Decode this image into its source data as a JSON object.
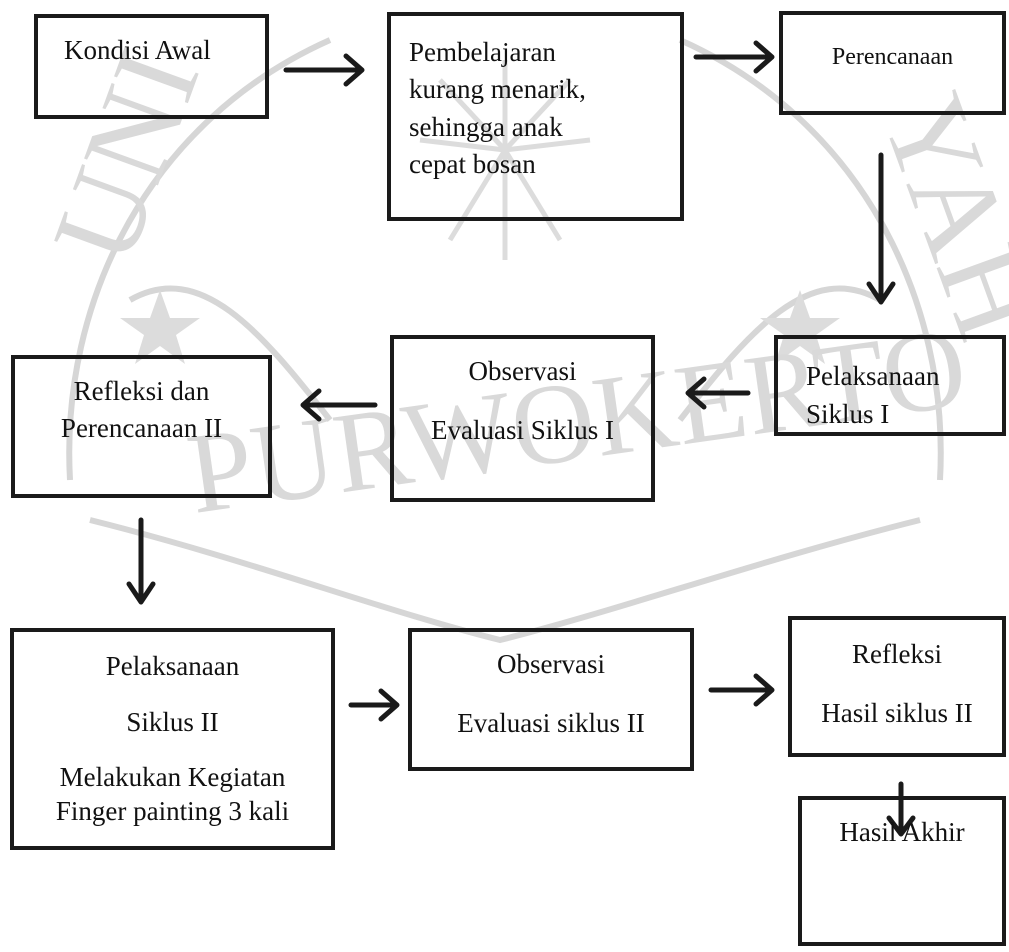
{
  "watermark": {
    "ring_text_left": "UNI",
    "ring_text_right": "YAH",
    "ring_text_bottom": "PURWOKERTO",
    "color": "#d4d4d4"
  },
  "boxes": {
    "kondisi_awal": "Kondisi Awal",
    "masalah": [
      "Pembelajaran",
      "kurang menarik,",
      "sehingga anak",
      "cepat bosan"
    ],
    "perencanaan": "Perencanaan",
    "pelaksanaan_1": [
      "Pelaksanaan",
      "Siklus I"
    ],
    "observasi_1": [
      "Observasi",
      "Evaluasi Siklus I"
    ],
    "refleksi_perencanaan_2": [
      "Refleksi dan",
      "Perencanaan II"
    ],
    "pelaksanaan_2": [
      "Pelaksanaan",
      "Siklus II",
      "Melakukan Kegiatan",
      "Finger painting 3 kali"
    ],
    "observasi_2": [
      "Observasi",
      "Evaluasi siklus II"
    ],
    "refleksi_2": [
      "Refleksi",
      "Hasil siklus II"
    ],
    "hasil_akhir": "Hasil Akhir"
  },
  "colors": {
    "stroke": "#1a1a1a",
    "text": "#111111"
  }
}
